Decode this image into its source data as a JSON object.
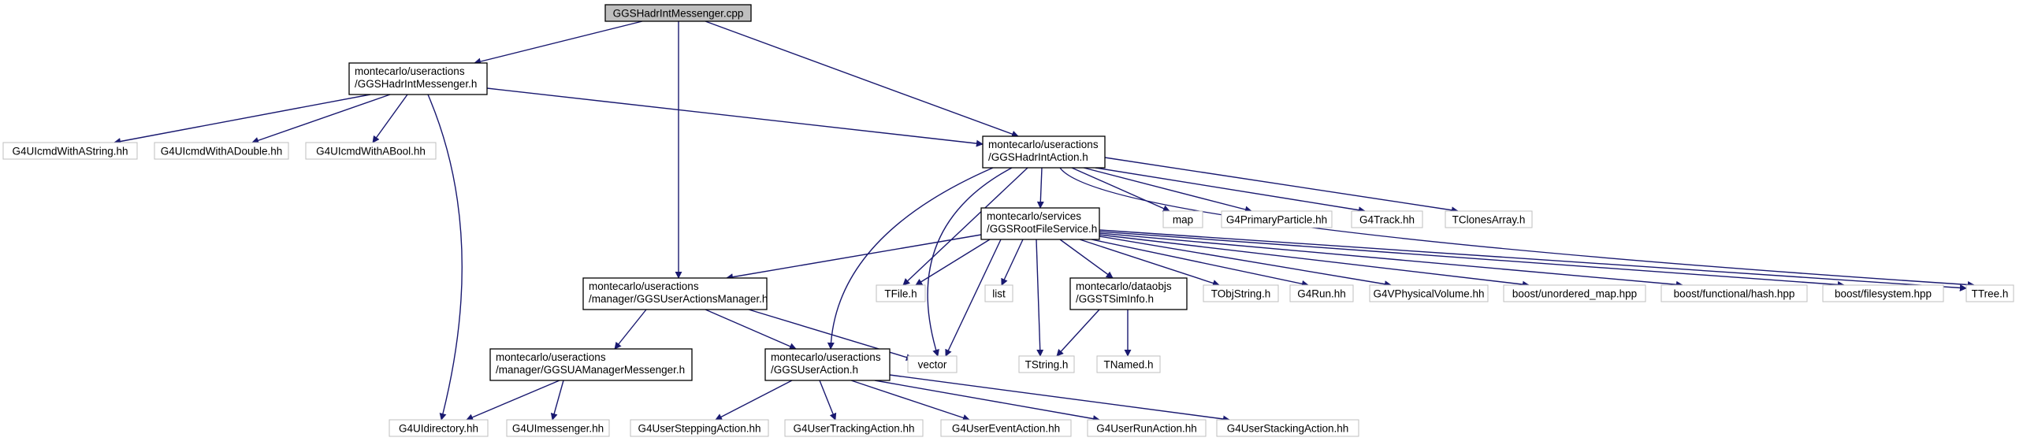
{
  "graph": {
    "title": "",
    "colors": {
      "edge": "#191970",
      "root_fill": "#bfbfbf",
      "node_border": "#000000",
      "leaf_border": "#bfbfbf",
      "text": "#000000"
    },
    "nodes": {
      "root": {
        "label": "GGSHadrIntMessenger.cpp",
        "kind": "root"
      },
      "hadr_messenger_h": {
        "label": "montecarlo/useractions\n/GGSHadrIntMessenger.h",
        "kind": "internal"
      },
      "g4uicmd_string": {
        "label": "G4UIcmdWithAString.hh",
        "kind": "leaf"
      },
      "g4uicmd_double": {
        "label": "G4UIcmdWithADouble.hh",
        "kind": "leaf"
      },
      "g4uicmd_bool": {
        "label": "G4UIcmdWithABool.hh",
        "kind": "leaf"
      },
      "hadr_action_h": {
        "label": "montecarlo/useractions\n/GGSHadrIntAction.h",
        "kind": "internal"
      },
      "root_file_service": {
        "label": "montecarlo/services\n/GGSRootFileService.h",
        "kind": "internal"
      },
      "map": {
        "label": "map",
        "kind": "leaf"
      },
      "g4primaryparticle": {
        "label": "G4PrimaryParticle.hh",
        "kind": "leaf"
      },
      "g4track": {
        "label": "G4Track.hh",
        "kind": "leaf"
      },
      "tclonesarray": {
        "label": "TClonesArray.h",
        "kind": "leaf"
      },
      "user_actions_manager": {
        "label": "montecarlo/useractions\n/manager/GGSUserActionsManager.h",
        "kind": "internal"
      },
      "tfile": {
        "label": "TFile.h",
        "kind": "leaf"
      },
      "list": {
        "label": "list",
        "kind": "leaf"
      },
      "sim_info": {
        "label": "montecarlo/dataobjs\n/GGSTSimInfo.h",
        "kind": "internal"
      },
      "tobjstring": {
        "label": "TObjString.h",
        "kind": "leaf"
      },
      "g4run": {
        "label": "G4Run.hh",
        "kind": "leaf"
      },
      "g4vphysicalvolume": {
        "label": "G4VPhysicalVolume.hh",
        "kind": "leaf"
      },
      "boost_unordered_map": {
        "label": "boost/unordered_map.hpp",
        "kind": "leaf"
      },
      "boost_hash": {
        "label": "boost/functional/hash.hpp",
        "kind": "leaf"
      },
      "boost_filesystem": {
        "label": "boost/filesystem.hpp",
        "kind": "leaf"
      },
      "ttree": {
        "label": "TTree.h",
        "kind": "leaf"
      },
      "uamanager_messenger": {
        "label": "montecarlo/useractions\n/manager/GGSUAManagerMessenger.h",
        "kind": "internal"
      },
      "user_action_h": {
        "label": "montecarlo/useractions\n/GGSUserAction.h",
        "kind": "internal"
      },
      "vector": {
        "label": "vector",
        "kind": "leaf"
      },
      "tstring": {
        "label": "TString.h",
        "kind": "leaf"
      },
      "tnamed": {
        "label": "TNamed.h",
        "kind": "leaf"
      },
      "g4uidirectory": {
        "label": "G4UIdirectory.hh",
        "kind": "leaf"
      },
      "g4uimessenger": {
        "label": "G4UImessenger.hh",
        "kind": "leaf"
      },
      "g4userstepping": {
        "label": "G4UserSteppingAction.hh",
        "kind": "leaf"
      },
      "g4usertracking": {
        "label": "G4UserTrackingAction.hh",
        "kind": "leaf"
      },
      "g4userevent": {
        "label": "G4UserEventAction.hh",
        "kind": "leaf"
      },
      "g4userrun": {
        "label": "G4UserRunAction.hh",
        "kind": "leaf"
      },
      "g4userstacking": {
        "label": "G4UserStackingAction.hh",
        "kind": "leaf"
      }
    },
    "edges": [
      [
        "root",
        "hadr_messenger_h"
      ],
      [
        "root",
        "hadr_action_h"
      ],
      [
        "root",
        "user_actions_manager"
      ],
      [
        "hadr_messenger_h",
        "g4uicmd_string"
      ],
      [
        "hadr_messenger_h",
        "g4uicmd_double"
      ],
      [
        "hadr_messenger_h",
        "g4uicmd_bool"
      ],
      [
        "hadr_messenger_h",
        "hadr_action_h"
      ],
      [
        "hadr_messenger_h",
        "g4uidirectory"
      ],
      [
        "hadr_action_h",
        "root_file_service"
      ],
      [
        "hadr_action_h",
        "map"
      ],
      [
        "hadr_action_h",
        "g4primaryparticle"
      ],
      [
        "hadr_action_h",
        "g4track"
      ],
      [
        "hadr_action_h",
        "tclonesarray"
      ],
      [
        "hadr_action_h",
        "ttree"
      ],
      [
        "hadr_action_h",
        "tfile"
      ],
      [
        "hadr_action_h",
        "vector"
      ],
      [
        "hadr_action_h",
        "user_action_h"
      ],
      [
        "root_file_service",
        "user_actions_manager"
      ],
      [
        "root_file_service",
        "tfile"
      ],
      [
        "root_file_service",
        "list"
      ],
      [
        "root_file_service",
        "vector"
      ],
      [
        "root_file_service",
        "tstring"
      ],
      [
        "root_file_service",
        "sim_info"
      ],
      [
        "root_file_service",
        "tobjstring"
      ],
      [
        "root_file_service",
        "g4run"
      ],
      [
        "root_file_service",
        "g4vphysicalvolume"
      ],
      [
        "root_file_service",
        "boost_unordered_map"
      ],
      [
        "root_file_service",
        "boost_hash"
      ],
      [
        "root_file_service",
        "boost_filesystem"
      ],
      [
        "root_file_service",
        "ttree"
      ],
      [
        "sim_info",
        "tstring"
      ],
      [
        "sim_info",
        "tnamed"
      ],
      [
        "user_actions_manager",
        "uamanager_messenger"
      ],
      [
        "user_actions_manager",
        "user_action_h"
      ],
      [
        "user_actions_manager",
        "vector"
      ],
      [
        "uamanager_messenger",
        "g4uidirectory"
      ],
      [
        "uamanager_messenger",
        "g4uimessenger"
      ],
      [
        "user_action_h",
        "g4userstepping"
      ],
      [
        "user_action_h",
        "g4usertracking"
      ],
      [
        "user_action_h",
        "g4userevent"
      ],
      [
        "user_action_h",
        "g4userrun"
      ],
      [
        "user_action_h",
        "g4userstacking"
      ]
    ]
  }
}
